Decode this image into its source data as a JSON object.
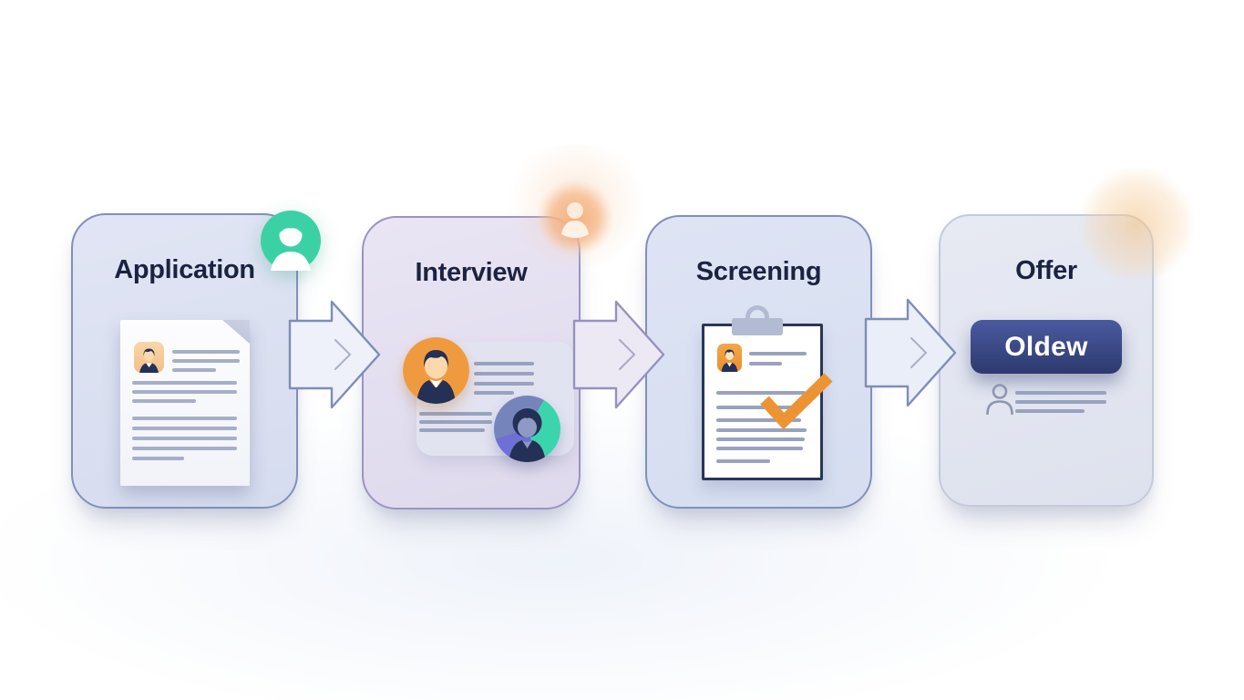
{
  "process": {
    "name": "hiring-process-flow",
    "steps": [
      {
        "title": "Application",
        "badge_icon": "user-badge-teal",
        "illustration": "resume-document"
      },
      {
        "title": "Interview",
        "badge_icon": "user-badge-orange-glow",
        "illustration": "interviewer-avatars"
      },
      {
        "title": "Screening",
        "illustration": "clipboard-checklist-with-check"
      },
      {
        "title": "Offer",
        "button_label": "Oldew",
        "illustration": "offer-button-profile"
      }
    ],
    "connectors": [
      {
        "icon": "chevron-right"
      },
      {
        "icon": "chevron-right"
      },
      {
        "icon": "chevron-right"
      }
    ]
  },
  "colors": {
    "title_navy": "#1b2342",
    "accent_teal": "#3bd1a5",
    "accent_orange": "#f09a3f",
    "check_orange": "#ec9434",
    "button_navy": "#36427c",
    "card_border_slate": "#8090bc",
    "card_border_lavender": "#9a94c2",
    "line_gray": "#a6aec8"
  }
}
